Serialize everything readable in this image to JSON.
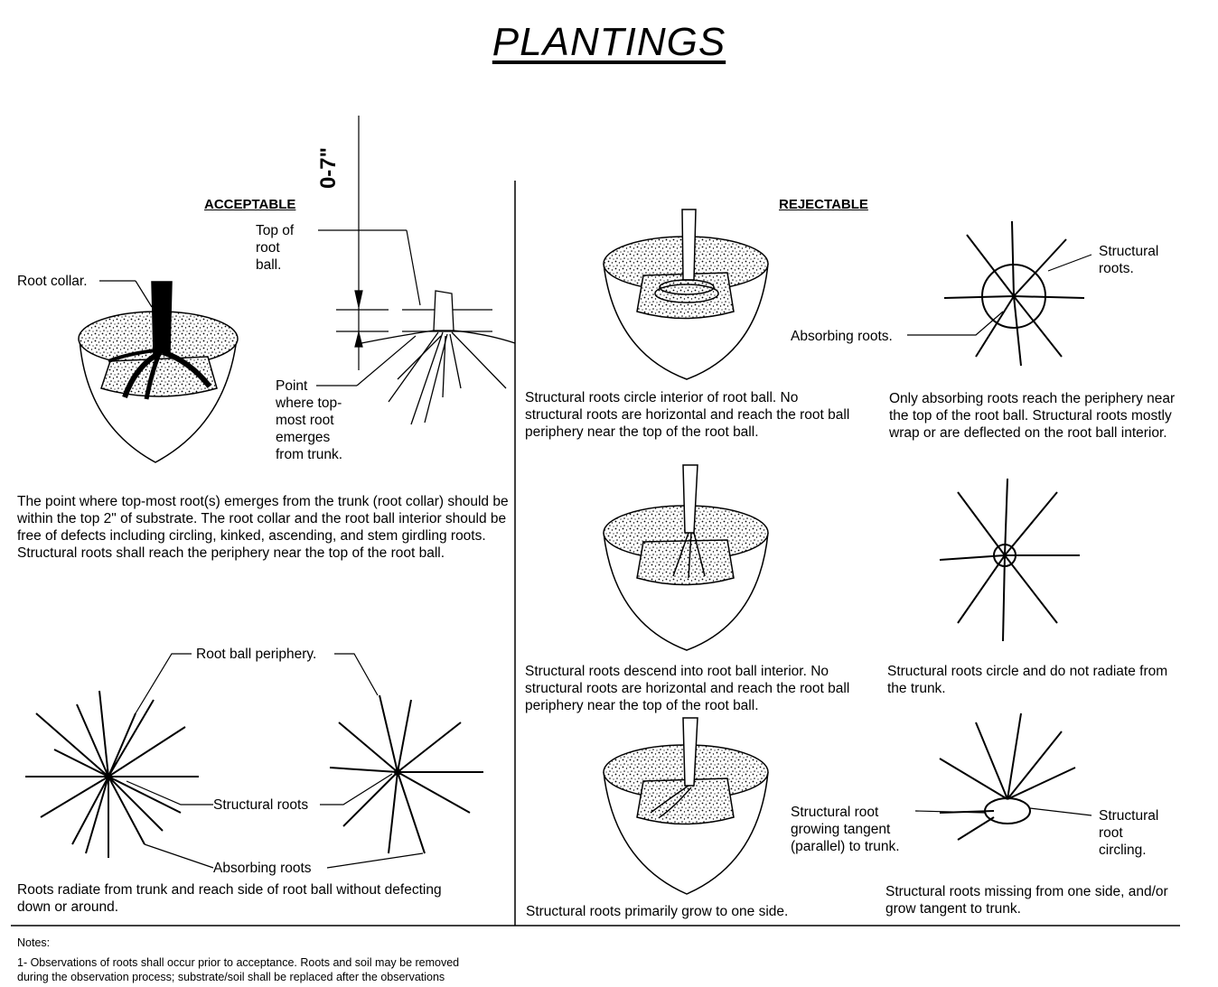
{
  "title": "PLANTINGS",
  "acceptable": {
    "heading": "ACCEPTABLE",
    "dimension": "0-7\"",
    "labels": {
      "root_collar": "Root collar.",
      "top_of_root_ball": "Top of\nroot\nball.",
      "point_where": "Point\nwhere top-\nmost root\nemerges\nfrom trunk."
    },
    "description": "The point where top-most root(s) emerges from the trunk (root collar) should be within the top 2\" of substrate. The root collar and the root ball interior should be free of defects including circling, kinked, ascending, and stem girdling roots. Structural roots shall reach the periphery near the top of the root ball.",
    "plan_labels": {
      "periphery": "Root ball periphery.",
      "structural": "Structural roots",
      "absorbing": "Absorbing roots"
    },
    "plan_caption": "Roots radiate from trunk and reach side of root ball without defecting down or around."
  },
  "rejectable": {
    "heading": "REJECTABLE",
    "items": [
      {
        "caption": "Structural roots circle interior of root ball. No structural roots are horizontal and reach the root ball periphery near the top of the root ball."
      },
      {
        "caption": "Only absorbing roots reach the periphery near the top of the root ball. Structural roots mostly wrap or are deflected on the root ball interior.",
        "label_a": "Structural\nroots.",
        "label_b": "Absorbing roots."
      },
      {
        "caption": "Structural roots descend into root ball interior. No structural roots are horizontal and reach the root ball periphery near the top of the root ball."
      },
      {
        "caption": "Structural roots circle and do not radiate from the trunk."
      },
      {
        "caption": "Structural roots primarily grow to one side."
      },
      {
        "caption": "Structural roots missing from one side, and/or grow tangent to trunk.",
        "label_a": "Structural root\ngrowing tangent\n(parallel) to trunk.",
        "label_b": "Structural\nroot\ncircling."
      }
    ]
  },
  "notes": {
    "heading": "Notes:",
    "lines": [
      "1- Observations of roots shall occur prior to acceptance. Roots and soil may be removed",
      "during the observation process; substrate/soil shall be replaced after the observations"
    ]
  }
}
